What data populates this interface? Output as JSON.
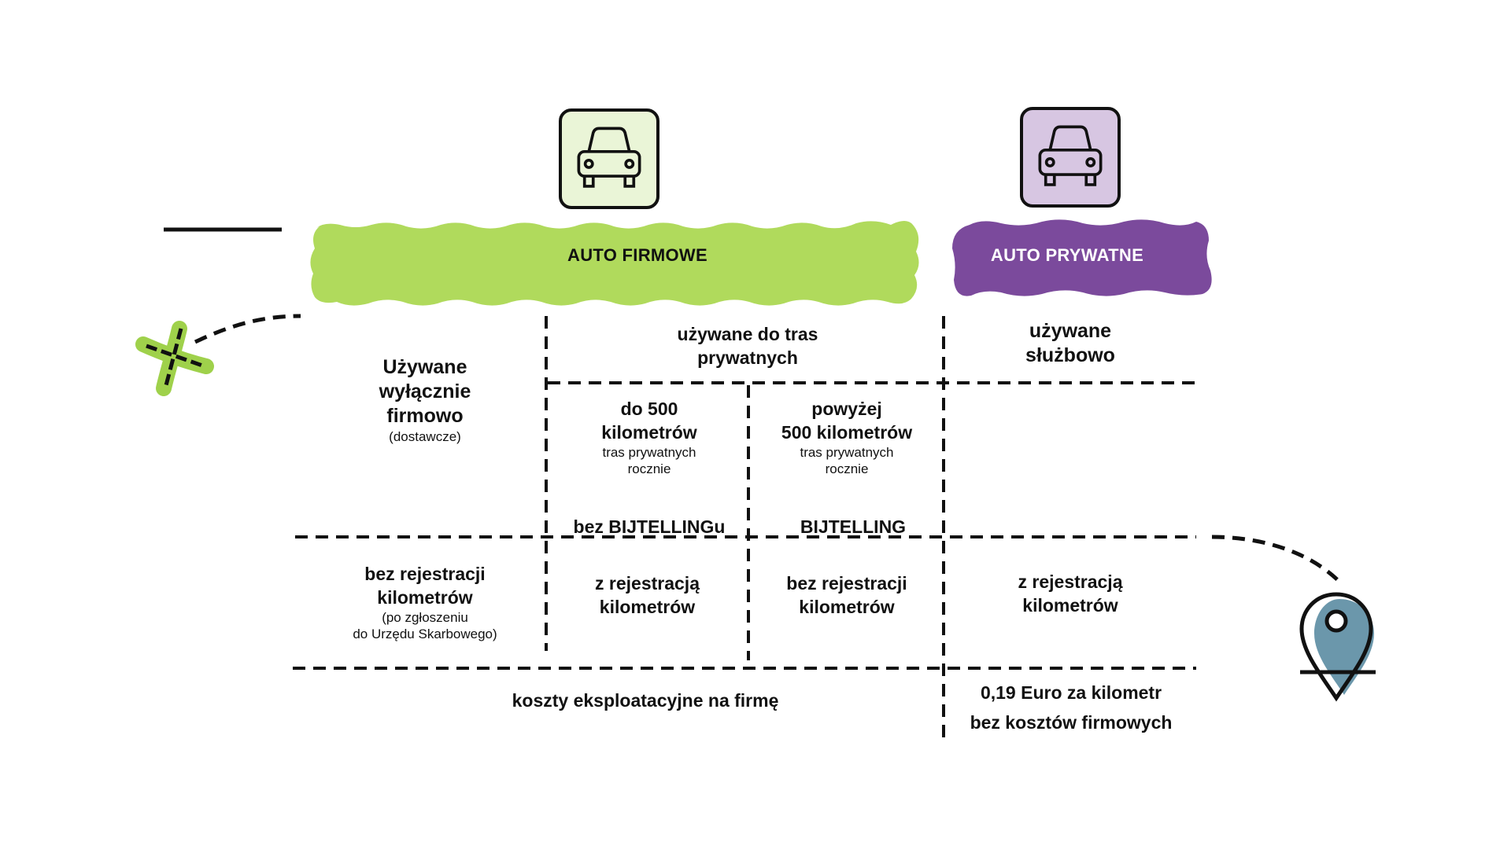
{
  "colors": {
    "green": "#b0da5c",
    "green_light": "#eaf5d7",
    "purple": "#7b4a9c",
    "purple_light": "#d7c6e2",
    "pin": "#6b97ab",
    "ink": "#111111"
  },
  "icons": {
    "company_car": "car-icon",
    "private_car": "car-icon",
    "start": "x-mark-icon",
    "end": "map-pin-icon"
  },
  "headers": {
    "company_car": "AUTO FIRMOWE",
    "private_car": "AUTO PRYWATNE"
  },
  "row1": {
    "exclusive_title": "Używane wyłącznie firmowo",
    "exclusive_line1": "Używane",
    "exclusive_line2": "wyłącznie",
    "exclusive_line3": "firmowo",
    "exclusive_note": "(dostawcze)",
    "private_routes_line1": "używane do tras",
    "private_routes_line2": "prywatnych",
    "business_line1": "używane",
    "business_line2": "służbowo"
  },
  "row2": {
    "under_line1": "do 500",
    "under_line2": "kilometrów",
    "under_note1": "tras prywatnych",
    "under_note2": "rocznie",
    "under_result": "bez BIJTELLINGu",
    "over_line1": "powyżej",
    "over_line2": "500 kilometrów",
    "over_note1": "tras prywatnych",
    "over_note2": "rocznie",
    "over_result": "BIJTELLING"
  },
  "row3": {
    "no_reg_line1": "bez rejestracji",
    "no_reg_line2": "kilometrów",
    "no_reg_note1": "(po zgłoszeniu",
    "no_reg_note2": "do Urzędu Skarbowego)",
    "with_reg_a_line1": "z rejestracją",
    "with_reg_a_line2": "kilometrów",
    "no_reg_b_line1": "bez rejestracji",
    "no_reg_b_line2": "kilometrów",
    "with_reg_c_line1": "z rejestracją",
    "with_reg_c_line2": "kilometrów"
  },
  "row4": {
    "company_costs": "koszty eksploatacyjne na firmę",
    "private_rate": "0,19 Euro za kilometr",
    "private_costs": "bez kosztów firmowych"
  }
}
